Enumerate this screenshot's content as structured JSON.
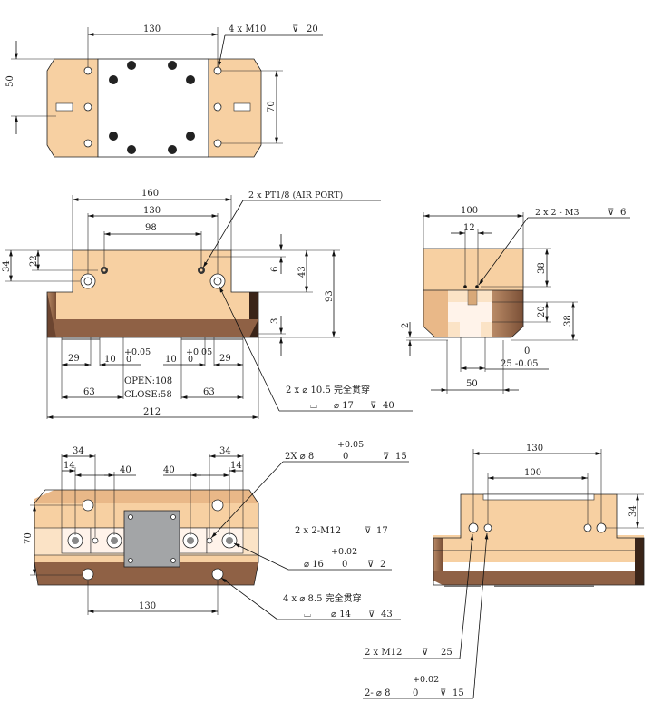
{
  "top_view": {
    "dims": {
      "width_130": "130",
      "height_50": "50",
      "height_70": "70"
    },
    "note_holes": {
      "text": "4 x M10",
      "depth_symbol": "⊽",
      "depth": "20"
    }
  },
  "front_view": {
    "dims": {
      "w160": "160",
      "w130": "130",
      "w98": "98",
      "h34": "34",
      "h22": "22",
      "h6": "6",
      "h43": "43",
      "h93": "93",
      "h3": "3",
      "l29": "29",
      "l10": "10",
      "tol_plus_l": "+0.05",
      "tol_zero_l": "0",
      "r10": "10",
      "tol_plus_r": "+0.05",
      "tol_zero_r": "0",
      "r29": "29",
      "l63": "63",
      "r63": "63",
      "open": "OPEN:108",
      "close": "CLOSE:58",
      "w212": "212"
    },
    "note_air_port": "2 x PT1/8 (AIR PORT)",
    "note_through": {
      "line1": "2 x  ⌀ 10.5 完全贯穿",
      "counterbore": "⌴",
      "cb_dia": "⌀ 17",
      "depth_symbol": "⊽",
      "depth": "40"
    }
  },
  "side_view": {
    "dims": {
      "w100": "100",
      "w12": "12",
      "h38a": "38",
      "h20": "20",
      "h38b": "38",
      "h2": "2",
      "tol_zero": "0",
      "slot25": "25  -0.05",
      "w50": "50"
    },
    "note_m3": {
      "text": "2 x 2 - M3",
      "depth_symbol": "⊽",
      "depth": "6"
    }
  },
  "bottom_view": {
    "dims": {
      "l34": "34",
      "l14": "14",
      "l40": "40",
      "r40": "40",
      "r34": "34",
      "r14": "14",
      "h70": "70",
      "w130": "130"
    },
    "note_pin": {
      "tol_plus": "+0.05",
      "text": "2X   ⌀ 8",
      "tol_zero": "0",
      "depth_symbol": "⊽",
      "depth": "15"
    },
    "note_m12": {
      "text": "2 x 2-M12",
      "depth_symbol": "⊽",
      "depth": "17"
    },
    "note_cb16": {
      "tol_plus": "+0.02",
      "text": "⌀ 16",
      "tol_zero": "0",
      "depth_symbol": "⊽",
      "depth": "2"
    },
    "note_through": {
      "line1": "4 x  ⌀  8.5 完全贯穿",
      "counterbore": "⌴",
      "cb_dia": "⌀ 14",
      "depth_symbol": "⊽",
      "depth": "43"
    }
  },
  "rear_view": {
    "dims": {
      "w130": "130",
      "w100": "100",
      "h34": "34"
    },
    "note_m12": {
      "text": "2 x  M12",
      "depth_symbol": "⊽",
      "depth": "25"
    },
    "note_pin": {
      "tol_plus": "+0.02",
      "text": "2-  ⌀ 8",
      "tol_zero": "0",
      "depth_symbol": "⊽",
      "depth": "15"
    }
  },
  "colors": {
    "body": "#f7d0a2",
    "shadow": "#8f6145",
    "edge": "#3a2418",
    "plate": "#a3a5a7"
  }
}
